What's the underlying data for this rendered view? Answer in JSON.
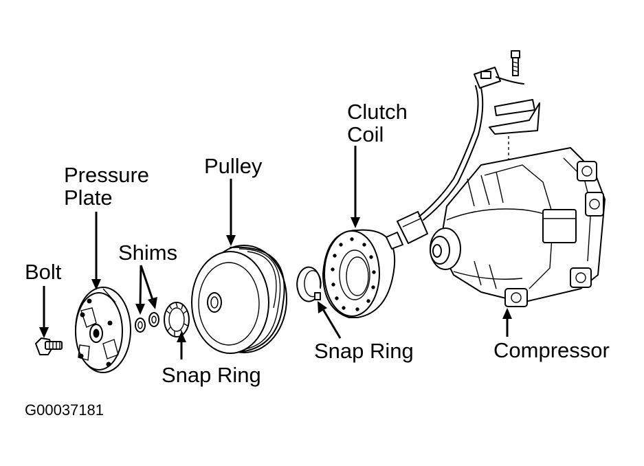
{
  "labels": {
    "bolt": "Bolt",
    "pressure_plate_1": "Pressure",
    "pressure_plate_2": "Plate",
    "shims": "Shims",
    "snap_ring_front": "Snap Ring",
    "pulley": "Pulley",
    "clutch_coil_1": "Clutch",
    "clutch_coil_2": "Coil",
    "snap_ring_rear": "Snap Ring",
    "compressor": "Compressor"
  },
  "figure_id": "G00037181"
}
